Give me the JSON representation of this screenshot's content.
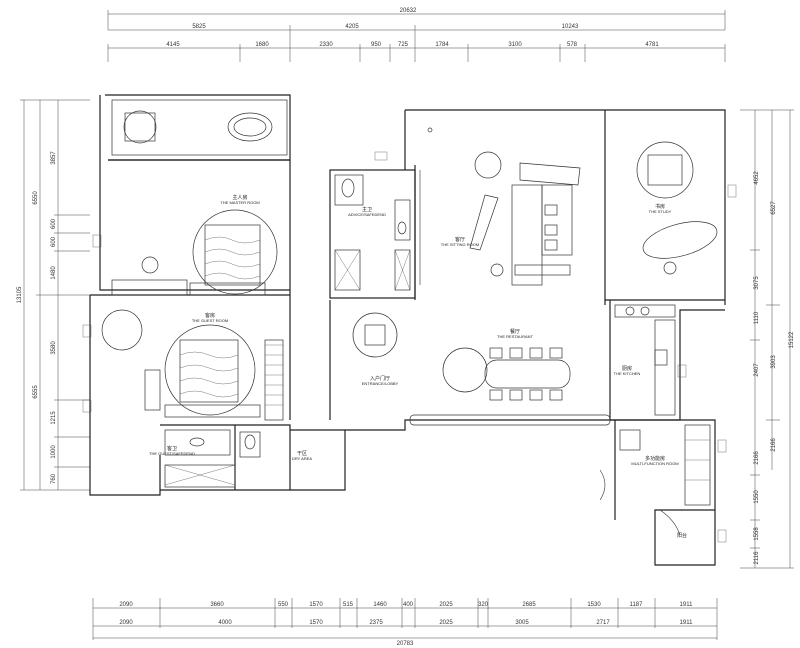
{
  "dimensions": {
    "top_total": "20632",
    "top_row1": [
      "5825",
      "4205",
      "10243"
    ],
    "top_row2": [
      "4145",
      "1680",
      "2330",
      "950",
      "725",
      "1784",
      "3100",
      "578",
      "4781"
    ],
    "bottom_row1": [
      "2090",
      "3660",
      "550",
      "1570",
      "515",
      "1460",
      "400",
      "2025",
      "320",
      "2685",
      "1530",
      "1187",
      "1911"
    ],
    "bottom_row2": [
      "2090",
      "4000",
      "1570",
      "2375",
      "2025",
      "3005",
      "2717",
      "1911"
    ],
    "bottom_total": "20783",
    "left_total": "13105",
    "left_row1": [
      "6550",
      "6555"
    ],
    "left_row2": [
      "3857",
      "600",
      "600",
      "1480",
      "3580",
      "1215",
      "1000",
      "760"
    ],
    "right_total": "15122",
    "right_row1": [
      "6527",
      "3903",
      "2166"
    ],
    "right_row2": [
      "4652",
      "3075",
      "1110",
      "2407",
      "2166",
      "1550",
      "1558",
      "2116"
    ]
  },
  "rooms": {
    "master": {
      "cn": "主人房",
      "en": "THE MASTER ROOM"
    },
    "master_bath": {
      "cn": "主卫",
      "en": "ADVICE/SAFEDEND"
    },
    "living": {
      "cn": "客厅",
      "en": "THE SITTING ROOM"
    },
    "study": {
      "cn": "书房",
      "en": "THE STUDY"
    },
    "guest": {
      "cn": "客房",
      "en": "THE GUEST ROOM"
    },
    "restaurant": {
      "cn": "餐厅",
      "en": "THE RESTAURANT"
    },
    "entrance": {
      "cn": "入户门厅",
      "en": "ENTRANCE/LOBBY"
    },
    "kitchen": {
      "cn": "厨房",
      "en": "THE KITCHEN"
    },
    "guest_bath": {
      "cn": "客卫",
      "en": "THE GUEST/SAFEDEND"
    },
    "dry": {
      "cn": "干区",
      "en": "DRY AREA"
    },
    "multi": {
      "cn": "多功能房",
      "en": "MULTI-FUNCTION ROOM"
    },
    "balcony": {
      "cn": "阳台",
      "en": ""
    }
  }
}
